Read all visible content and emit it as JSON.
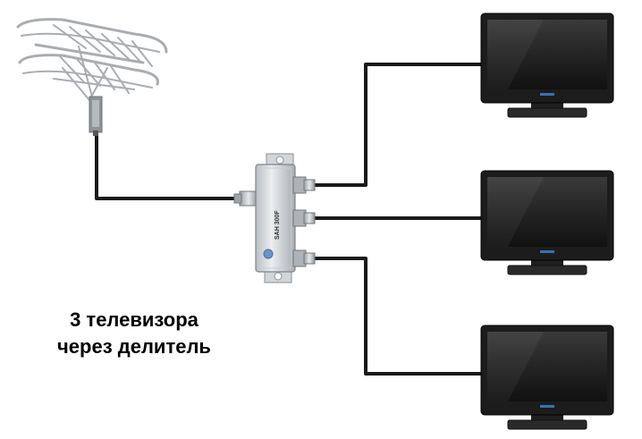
{
  "caption": {
    "line1": "3 телевизора",
    "line2": "через делитель"
  },
  "splitter": {
    "model_label": "SAH 300F"
  },
  "colors": {
    "cable": "#1a1a1a",
    "tv_body": "#1c1c1c",
    "tv_screen": "#2d2d2d",
    "metal": "#c8ccd0",
    "background": "#ffffff"
  },
  "icons": {
    "antenna": "tv-antenna-icon",
    "splitter": "coax-splitter-icon",
    "tv": "flat-tv-icon"
  }
}
